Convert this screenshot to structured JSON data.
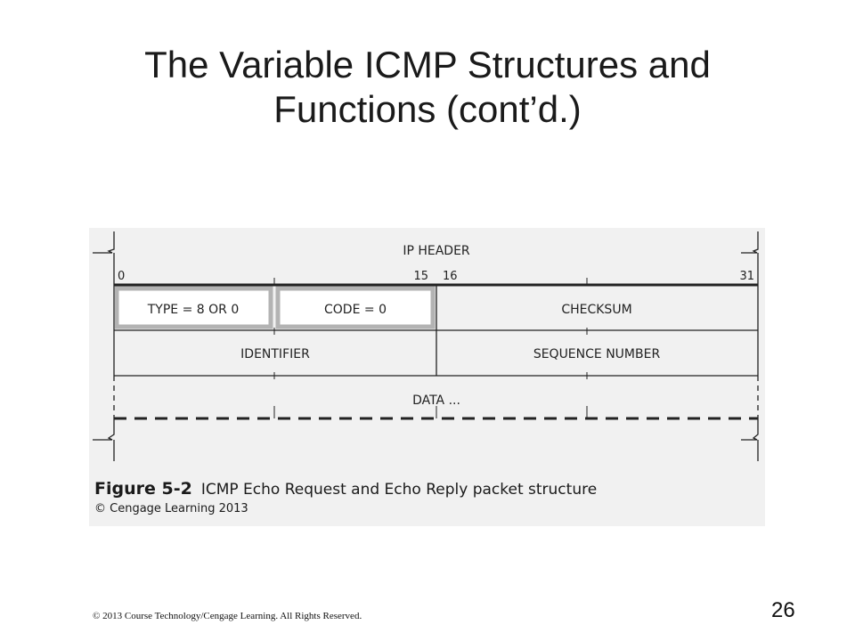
{
  "slide": {
    "title_line1": "The Variable ICMP Structures and",
    "title_line2": "Functions (cont’d.)",
    "page_number": "26",
    "footer": "© 2013 Course Technology/Cengage Learning. All Rights Reserved."
  },
  "diagram": {
    "ip_header": "IP HEADER",
    "bit_labels": {
      "b0": "0",
      "b15": "15",
      "b16": "16",
      "b31": "31"
    },
    "fields": {
      "type": "TYPE = 8 OR 0",
      "code": "CODE = 0",
      "checksum": "CHECKSUM",
      "identifier": "IDENTIFIER",
      "sequence": "SEQUENCE NUMBER",
      "data": "DATA ..."
    },
    "colors": {
      "highlight": "#b3b3b3",
      "line": "#222222",
      "panel": "#f1f1f1"
    }
  },
  "caption": {
    "label": "Figure 5-2",
    "text": "ICMP Echo Request and Echo Reply packet structure",
    "credit": "© Cengage Learning 2013"
  }
}
